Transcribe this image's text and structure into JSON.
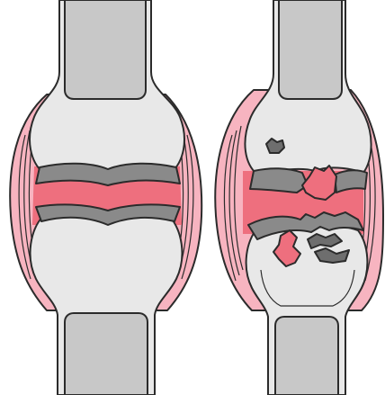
{
  "diagram": {
    "type": "anatomical-illustration",
    "panels": [
      {
        "name": "healthy-joint",
        "parts": [
          "upper-bone",
          "lower-bone",
          "marrow-cavity",
          "articular-cartilage",
          "synovial-capsule",
          "joint-space"
        ]
      },
      {
        "name": "damaged-joint",
        "parts": [
          "upper-bone",
          "lower-bone",
          "marrow-cavity",
          "eroded-cartilage",
          "inflamed-synovium",
          "bone-lesions"
        ]
      }
    ],
    "colors": {
      "bone": "#e8e8e8",
      "marrow": "#c8c8c8",
      "cartilage": "#8a8a8a",
      "synovial_fluid": "#ee6f7e",
      "capsule": "#f7b4c0",
      "capsule_dark": "#ea8799",
      "lesion": "#6e6e6e",
      "outline": "#2b2b2b"
    }
  }
}
